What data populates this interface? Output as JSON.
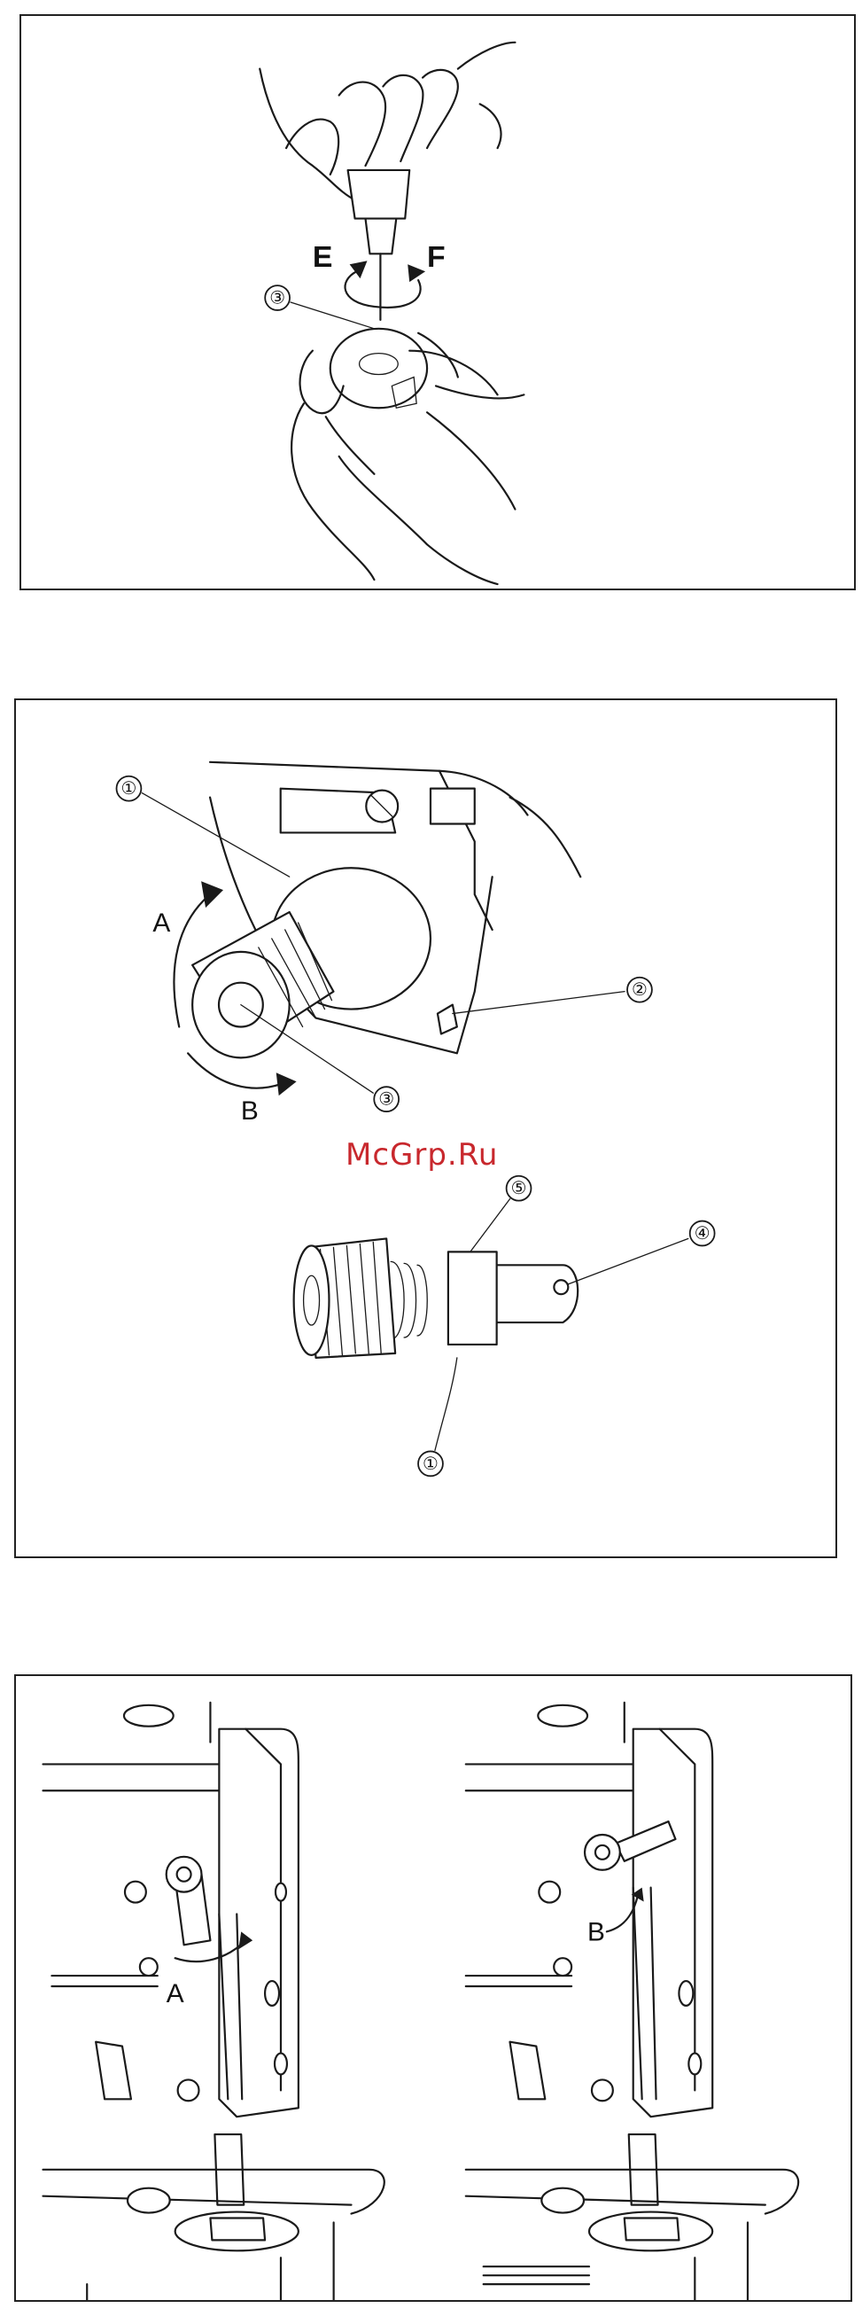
{
  "panel1": {
    "labels": {
      "e": "E",
      "f": "F",
      "three": "③"
    }
  },
  "panel2": {
    "labels": {
      "one_top": "①",
      "a": "A",
      "b": "B",
      "two": "②",
      "three": "③",
      "five": "⑤",
      "four": "④",
      "one_bottom": "①"
    }
  },
  "panel3": {
    "labels": {
      "a": "A",
      "b": "B"
    }
  },
  "watermark": "McGrp.Ru",
  "colors": {
    "ink": "#1a1a1a",
    "watermark": "#c8282d",
    "background": "#ffffff"
  }
}
